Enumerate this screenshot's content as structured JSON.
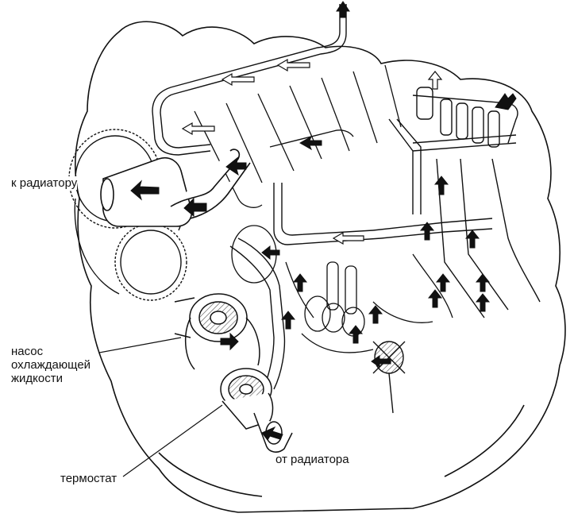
{
  "labels": {
    "to_radiator": "к радиатору",
    "pump_line1": "насос",
    "pump_line2": "охлаждающей",
    "pump_line3": "жидкости",
    "thermostat": "термостат",
    "from_radiator": "от радиатора"
  },
  "colors": {
    "ink": "#111111",
    "paper": "#ffffff",
    "hatch": "#555555"
  }
}
